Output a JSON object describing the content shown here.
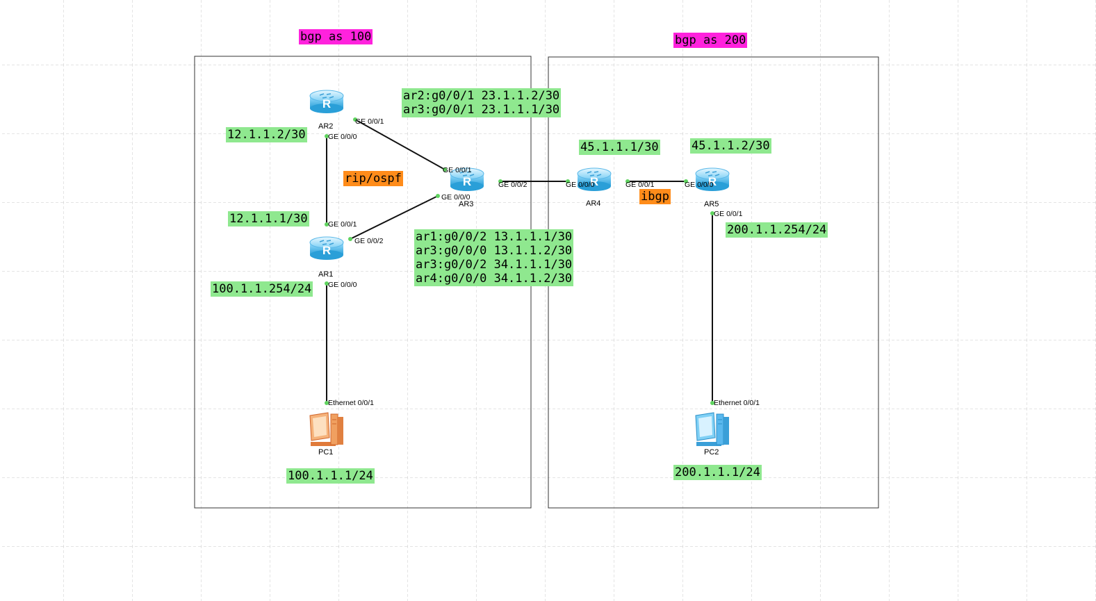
{
  "areas": {
    "as100_title": "bgp as 100",
    "as200_title": "bgp as 200"
  },
  "devices": {
    "ar1": "AR1",
    "ar2": "AR2",
    "ar3": "AR3",
    "ar4": "AR4",
    "ar5": "AR5",
    "pc1": "PC1",
    "pc2": "PC2"
  },
  "ports": {
    "ar2_ge001": "GE 0/0/1",
    "ar2_ge000": "GE 0/0/0",
    "ar3_ge001": "GE 0/0/1",
    "ar3_ge000": "GE 0/0/0",
    "ar3_ge002": "GE 0/0/2",
    "ar1_ge001": "GE 0/0/1",
    "ar1_ge002": "GE 0/0/2",
    "ar1_ge000": "GE 0/0/0",
    "ar4_ge000": "GE 0/0/0",
    "ar4_ge001": "GE 0/0/1",
    "ar5_ge000": "GE 0/0/0",
    "ar5_ge001": "GE 0/0/1",
    "pc1_eth": "Ethernet 0/0/1",
    "pc2_eth": "Ethernet 0/0/1"
  },
  "labels": {
    "ar2_ip": "12.1.1.2/30",
    "ar1_ip_to_ar2": "12.1.1.1/30",
    "ar1_lan": "100.1.1.254/24",
    "pc1_ip": "100.1.1.1/24",
    "ar23_line1": "ar2:g0/0/1 23.1.1.2/30",
    "ar23_line2": "ar3:g0/0/1 23.1.1.1/30",
    "rip_ospf": "rip/ospf",
    "block_line1": "ar1:g0/0/2 13.1.1.1/30",
    "block_line2": "ar3:g0/0/0 13.1.1.2/30",
    "block_line3": "ar3:g0/0/2 34.1.1.1/30",
    "block_line4": "ar4:g0/0/0 34.1.1.2/30",
    "ar4_ip": "45.1.1.1/30",
    "ar5_ip": "45.1.1.2/30",
    "ibgp": "ibgp",
    "ar5_lan": "200.1.1.254/24",
    "pc2_ip": "200.1.1.1/24"
  },
  "colors": {
    "label_green": "#8fe88f",
    "label_orange": "#ff8c1a",
    "label_magenta": "#ff22dd",
    "router_blue": "#4fb8e8",
    "pc1_orange": "#f0a060",
    "pc2_blue": "#5ab8ee"
  }
}
